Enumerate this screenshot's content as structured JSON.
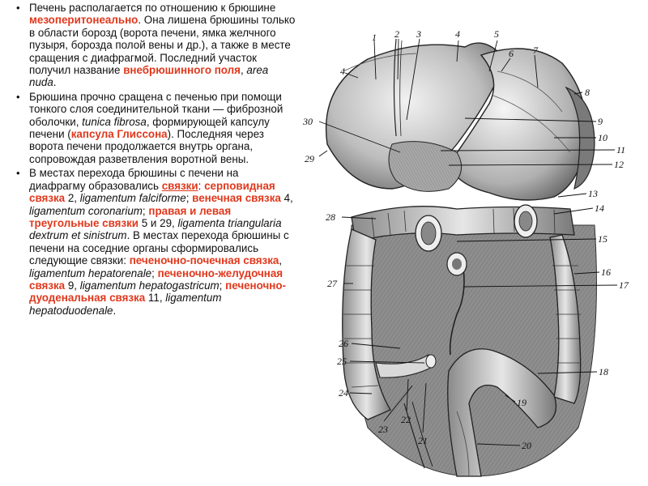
{
  "bullets": [
    {
      "segments": [
        {
          "t": "Печень располагается по отношению к брюшине ",
          "s": ""
        },
        {
          "t": "мезоперитонеально",
          "s": "red"
        },
        {
          "t": ". Она лишена брюшины только в области борозд (ворота печени, ямка желчного пузыря, борозда полой вены и др.), а также в месте сращения с диафрагмой. Последний участок получил название ",
          "s": ""
        },
        {
          "t": "внебрюшинного поля",
          "s": "red"
        },
        {
          "t": ", ",
          "s": ""
        },
        {
          "t": "area nuda",
          "s": "it"
        },
        {
          "t": ".",
          "s": ""
        }
      ]
    },
    {
      "segments": [
        {
          "t": "Брюшина прочно сращена с печенью при помощи тонкого слоя соединительной ткани — фиброзной оболочки, ",
          "s": ""
        },
        {
          "t": "tunica fibrosa",
          "s": "it"
        },
        {
          "t": ", формирующей капсулу печени (",
          "s": ""
        },
        {
          "t": "капсула Глиссона",
          "s": "red"
        },
        {
          "t": "). Последняя через ворота печени продолжается внутрь органа, сопровождая разветвления воротной вены.",
          "s": ""
        }
      ]
    },
    {
      "segments": [
        {
          "t": "В местах перехода брюшины с печени на диафрагму образовались ",
          "s": ""
        },
        {
          "t": "связки",
          "s": "red-u"
        },
        {
          "t": ": ",
          "s": ""
        },
        {
          "t": "серповидная связка",
          "s": "red"
        },
        {
          "t": " 2, ",
          "s": ""
        },
        {
          "t": "ligamentum falciforme",
          "s": "it"
        },
        {
          "t": "; ",
          "s": ""
        },
        {
          "t": "венечная связка",
          "s": "red"
        },
        {
          "t": " 4, ",
          "s": ""
        },
        {
          "t": "ligamentum coronarium",
          "s": "it"
        },
        {
          "t": "; ",
          "s": ""
        },
        {
          "t": "правая и левая треугольные связки",
          "s": "red"
        },
        {
          "t": " 5 и 29, ",
          "s": ""
        },
        {
          "t": "ligamenta triangularia dextrum et sinistrum",
          "s": "it"
        },
        {
          "t": ". В местах перехода брюшины с печени на соседние органы сформировались следующие связки: ",
          "s": ""
        },
        {
          "t": "печеночно-почечная связка",
          "s": "red"
        },
        {
          "t": ", ",
          "s": ""
        },
        {
          "t": "ligamentum hepatorenale",
          "s": "it"
        },
        {
          "t": "; ",
          "s": ""
        },
        {
          "t": "печеночно-желудочная связка",
          "s": "red"
        },
        {
          "t": " 9, ",
          "s": ""
        },
        {
          "t": "ligamentum hepatogastricum",
          "s": "it"
        },
        {
          "t": "; ",
          "s": ""
        },
        {
          "t": "печеночно-дуоденальная связка",
          "s": "red"
        },
        {
          "t": " 11, ",
          "s": ""
        },
        {
          "t": "ligamentum hepatoduodenale",
          "s": "it"
        },
        {
          "t": ".",
          "s": ""
        }
      ]
    }
  ],
  "figure": {
    "labels": [
      "1",
      "2",
      "3",
      "4",
      "4",
      "5",
      "6",
      "7",
      "8",
      "9",
      "10",
      "11",
      "12",
      "13",
      "14",
      "15",
      "16",
      "17",
      "18",
      "19",
      "20",
      "21",
      "22",
      "23",
      "24",
      "25",
      "26",
      "27",
      "28",
      "29",
      "30"
    ],
    "colors": {
      "ink": "#222222",
      "tissue": "#d8d8d8",
      "shade": "#9a9a9a"
    }
  }
}
